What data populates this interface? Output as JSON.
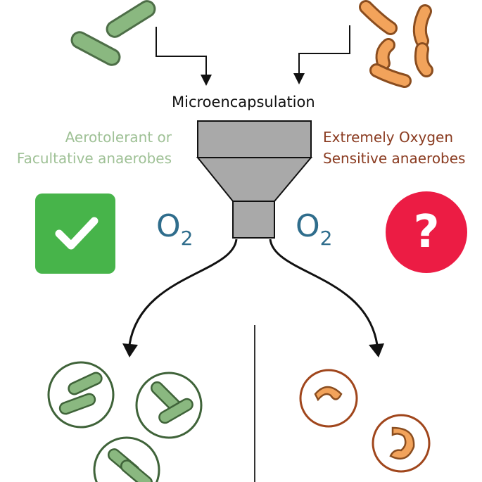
{
  "diagram": {
    "title": "Microencapsulation",
    "left_group": {
      "label_line1": "Aerotolerant or",
      "label_line2": "Facultative anaerobes",
      "status_icon": "checkmark-icon",
      "color": "#84b27a"
    },
    "right_group": {
      "label_line1": "Extremely Oxygen",
      "label_line2": "Sensitive anaerobes",
      "status_icon": "question-mark-icon",
      "status_symbol": "?",
      "color": "#f2a35b"
    },
    "oxygen_left": {
      "main": "O",
      "sub": "2"
    },
    "oxygen_right": {
      "main": "O",
      "sub": "2"
    },
    "colors": {
      "green_bacteria": "#84b27a",
      "orange_bacteria": "#f2a35b",
      "check": "#47b44a",
      "question": "#ec1c44",
      "funnel": "#a9a9a9",
      "o2_text": "#2f6d8c"
    }
  }
}
